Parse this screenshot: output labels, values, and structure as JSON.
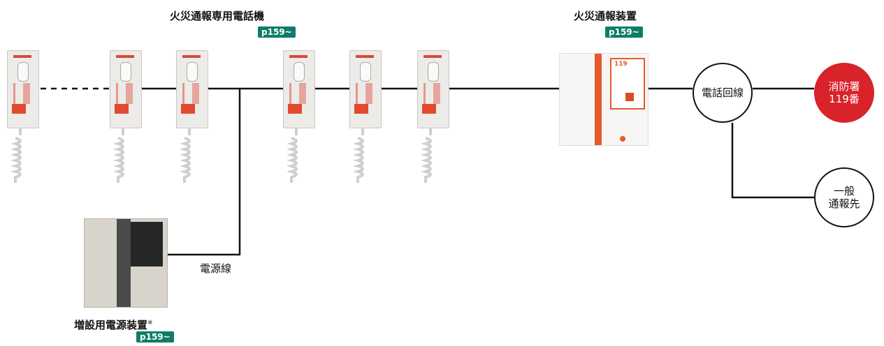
{
  "phones_group": {
    "title": "火災通報専用電話機",
    "badge": "p159~"
  },
  "device": {
    "title": "火災通報装置",
    "badge": "p159~",
    "panel_text": "119"
  },
  "power_unit": {
    "title": "増設用電源装置",
    "mark": "※",
    "badge": "p159~"
  },
  "power_line_label": "電源線",
  "circles": {
    "phone_line": "電話回線",
    "fire_station": [
      "消防署",
      "119番"
    ],
    "general": [
      "一般",
      "通報先"
    ]
  },
  "colors": {
    "badge": "#0e7d68",
    "fire_station": "#d8232a",
    "device_accent": "#e55a2b",
    "line": "#111111"
  }
}
